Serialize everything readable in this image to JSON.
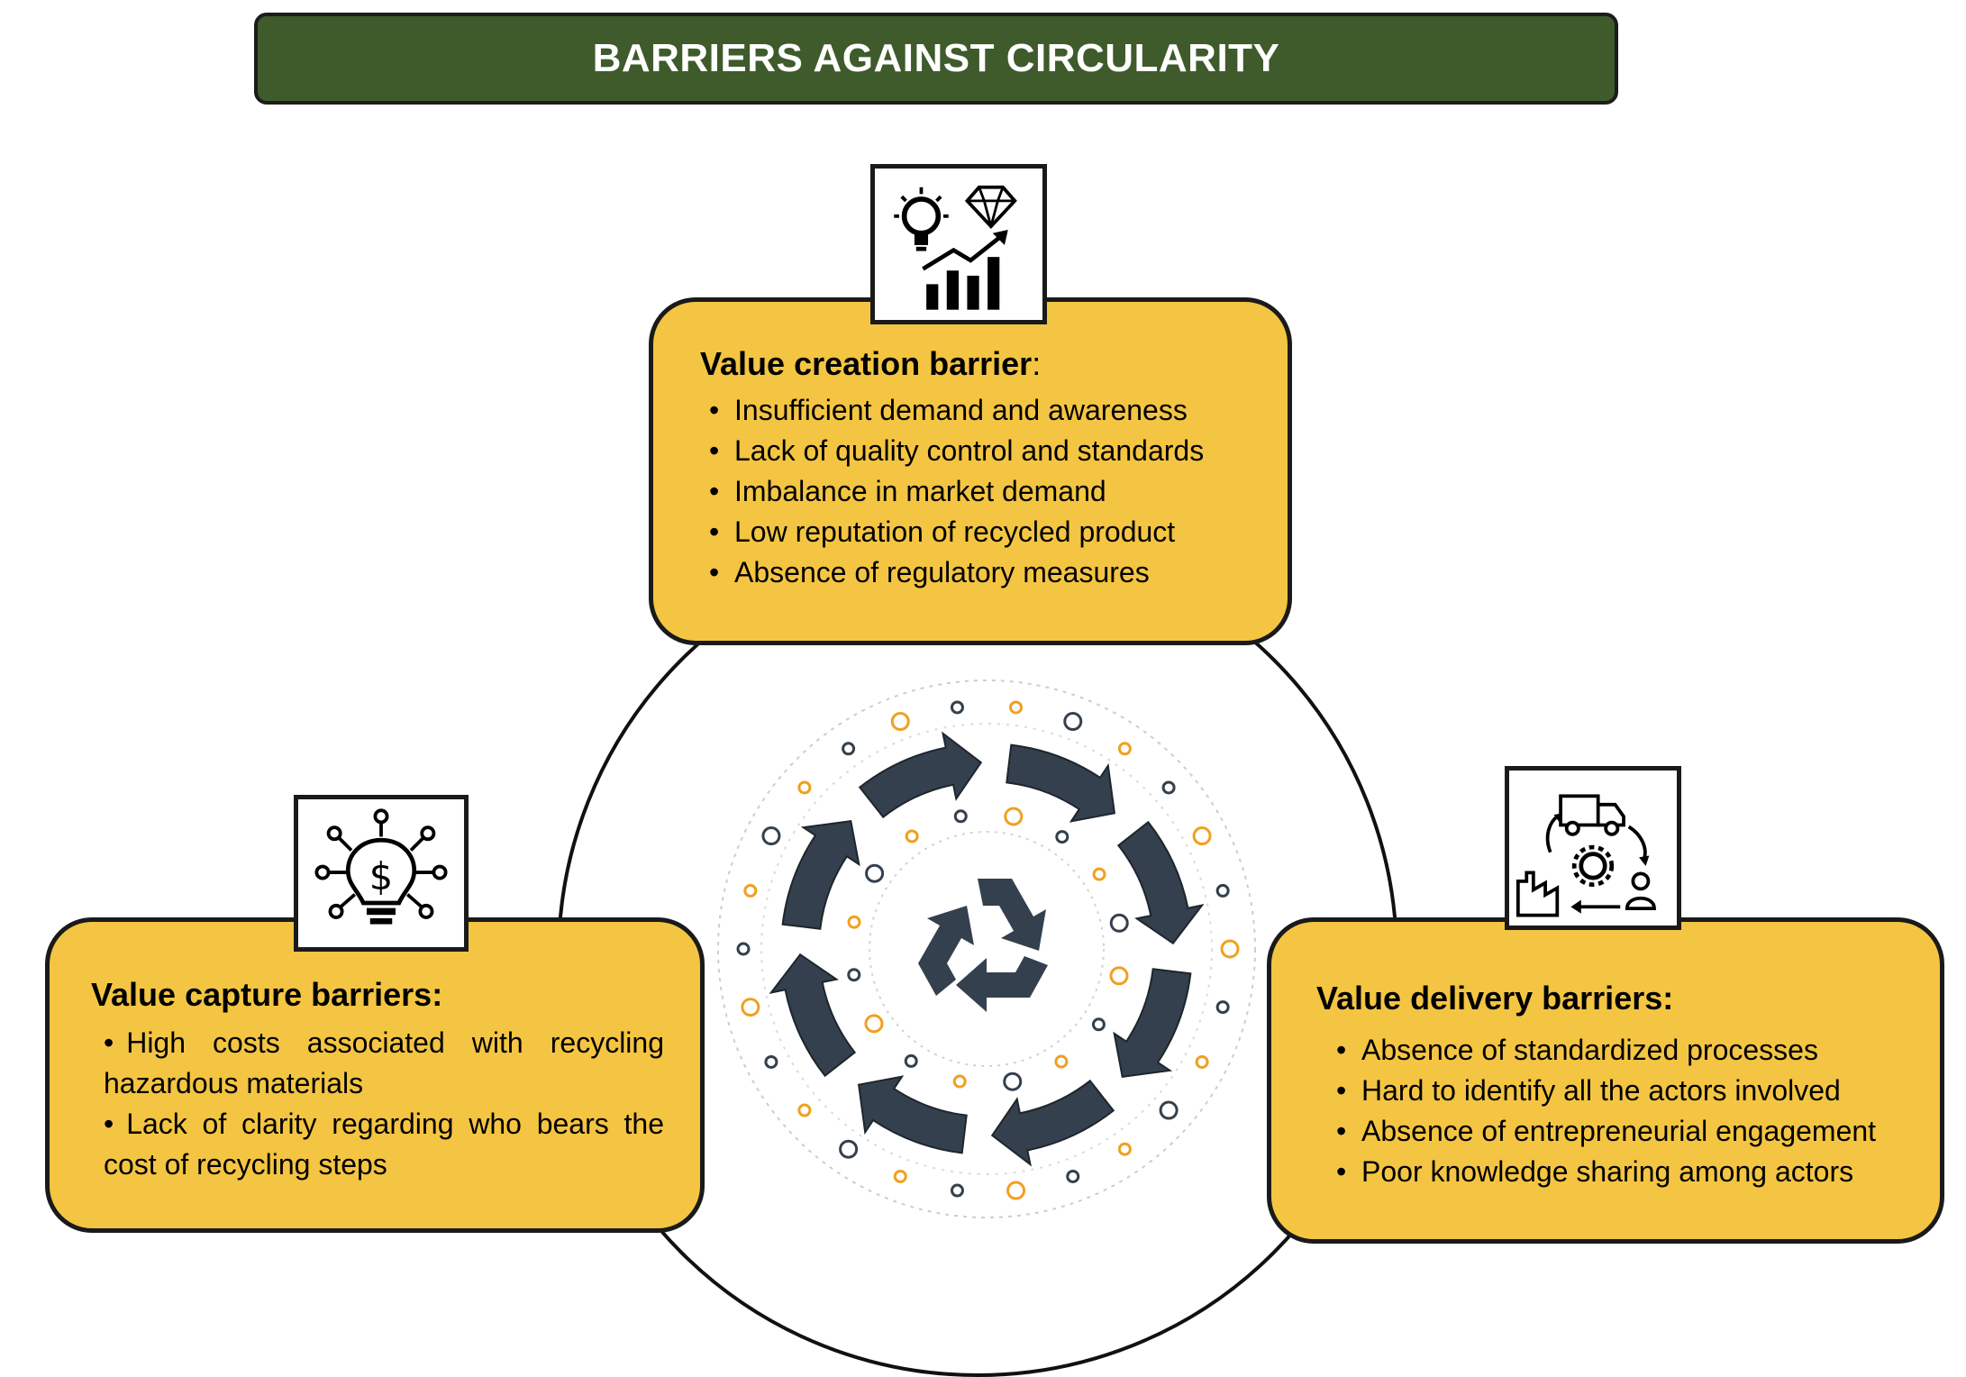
{
  "title": "BARRIERS AGAINST CIRCULARITY",
  "value_creation": {
    "heading": "Value creation barrier",
    "heading_suffix": ":",
    "items": [
      "Insufficient demand and awareness",
      "Lack of quality control and standards",
      "Imbalance in market demand",
      "Low reputation of recycled product",
      "Absence of regulatory measures"
    ],
    "icon": "lightbulb-diamond-growth-icon"
  },
  "value_capture": {
    "heading": "Value capture barriers:",
    "items": [
      "High costs associated with recycling hazardous materials",
      "Lack of clarity regarding who bears the cost of recycling steps"
    ],
    "icon": "lightbulb-dollar-network-icon"
  },
  "value_delivery": {
    "heading": "Value delivery barriers:",
    "items": [
      "Absence of standardized processes",
      "Hard to identify all the actors involved",
      "Absence of entrepreneurial engagement",
      "Poor knowledge sharing among actors"
    ],
    "icon": "truck-gear-cycle-icon"
  },
  "center_illustration": "recycling-circular-economy-icon",
  "colors": {
    "title_banner": "#3f5a2b",
    "card_fill": "#f4c542",
    "accent_orange": "#f0a020",
    "arrow_dark": "#34404d"
  }
}
